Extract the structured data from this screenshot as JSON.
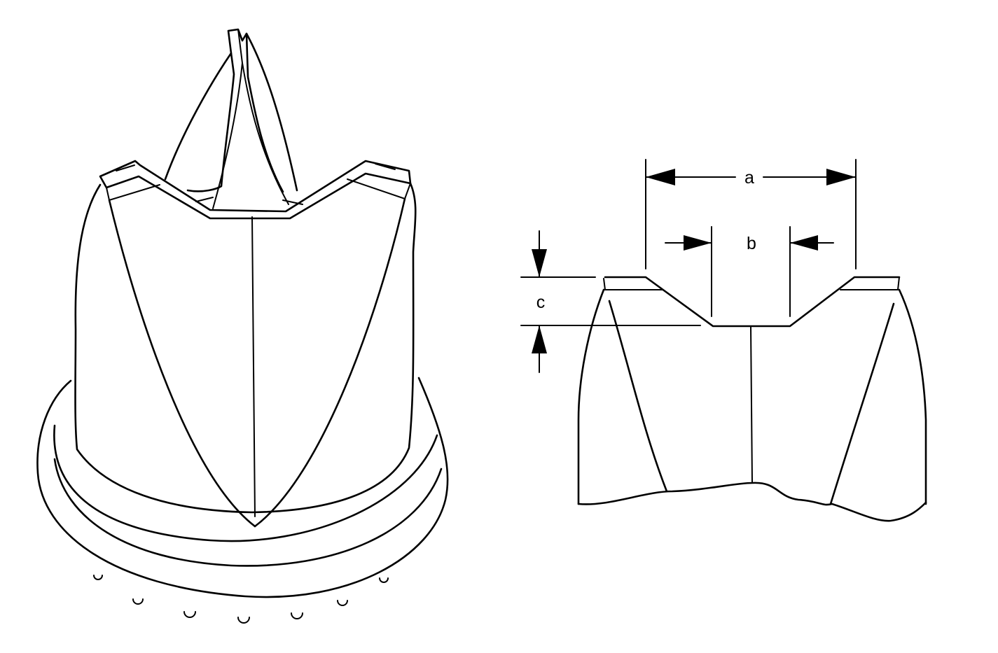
{
  "figure": {
    "left_view": {
      "name": "isometric-seal-view"
    },
    "right_view": {
      "name": "section-dimension-view",
      "dimensions": [
        {
          "id": "a",
          "label": "a"
        },
        {
          "id": "b",
          "label": "b"
        },
        {
          "id": "c",
          "label": "c"
        }
      ]
    }
  },
  "colors": {
    "line": "#000000",
    "background": "#ffffff"
  }
}
